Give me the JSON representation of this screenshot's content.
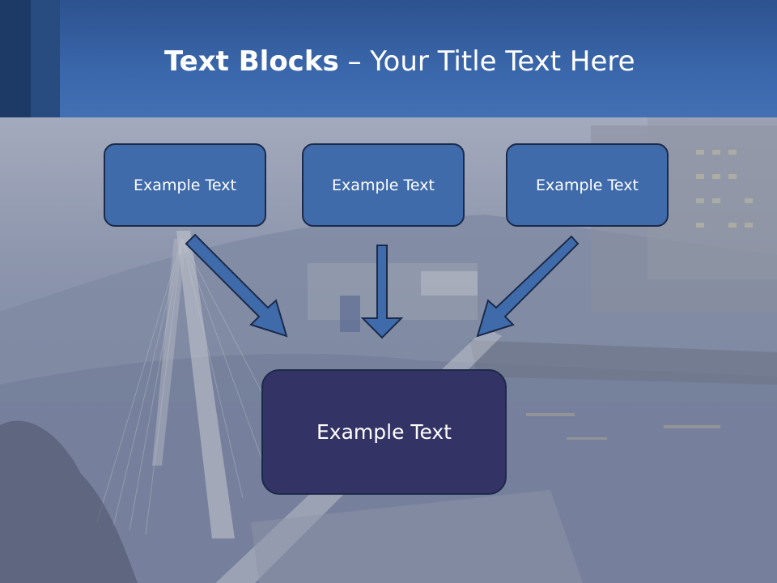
{
  "slide": {
    "title_bold": "Text Blocks",
    "title_rest": " – Your Title Text Here"
  },
  "diagram": {
    "top_boxes": [
      {
        "label": "Example Text"
      },
      {
        "label": "Example Text"
      },
      {
        "label": "Example Text"
      }
    ],
    "center_box": {
      "label": "Example Text"
    }
  },
  "colors": {
    "header": "#3a67ab",
    "box_fill": "#3f6bab",
    "center_fill": "#333366",
    "arrow_fill": "#3f6bab",
    "border": "#1b2a4a"
  }
}
